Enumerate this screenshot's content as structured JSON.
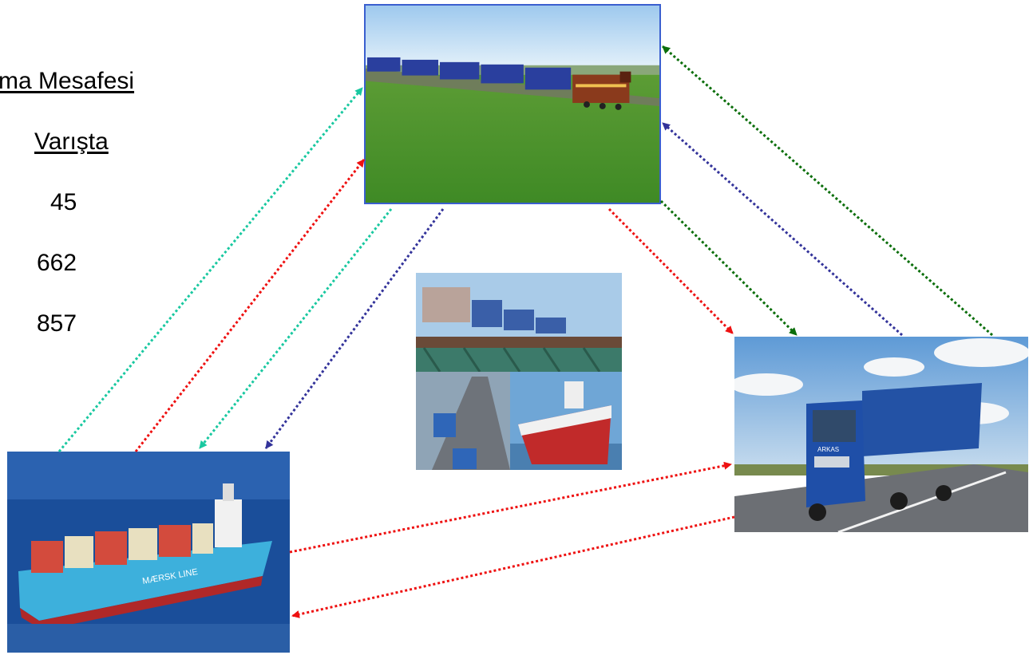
{
  "labels": {
    "heading1": "ma Mesafesi",
    "heading2": "Varışta",
    "values": [
      "45",
      "662",
      "857"
    ]
  },
  "photos": {
    "train": {
      "icon": "freight-train-photo",
      "ship_text": ""
    },
    "ship": {
      "icon": "container-ship-photo",
      "hull_text": "MÆRSK LINE"
    },
    "truck": {
      "icon": "truck-photo",
      "cab_text": "ARKAS"
    },
    "collage": {
      "icon": "intermodal-collage-photo"
    }
  },
  "colors": {
    "teal": "#19c8a0",
    "red": "#ee1111",
    "navy": "#33339a",
    "green": "#0b6e0b"
  },
  "arrows": [
    {
      "name": "ship-to-train-arrow",
      "color": "teal"
    },
    {
      "name": "train-to-ship-arrow",
      "color": "teal"
    },
    {
      "name": "ship-to-train-arrow-red",
      "color": "red"
    },
    {
      "name": "train-to-ship-arrow-navy",
      "color": "navy"
    },
    {
      "name": "train-to-truck-arrow-red",
      "color": "red"
    },
    {
      "name": "train-to-truck-arrow-green",
      "color": "green"
    },
    {
      "name": "truck-to-train-arrow-navy",
      "color": "navy"
    },
    {
      "name": "truck-to-train-arrow-green",
      "color": "green"
    },
    {
      "name": "ship-to-truck-arrow-red",
      "color": "red"
    },
    {
      "name": "truck-to-ship-arrow-red",
      "color": "red"
    }
  ]
}
